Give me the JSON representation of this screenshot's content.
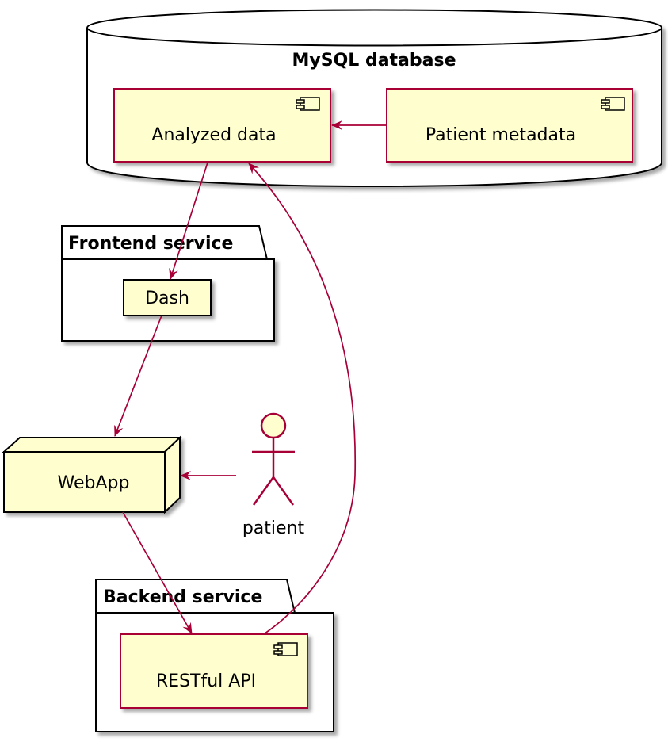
{
  "database": {
    "title": "MySQL database"
  },
  "components": {
    "analyzed_data": "Analyzed data",
    "patient_metadata": "Patient metadata",
    "restful_api": "RESTful API"
  },
  "packages": {
    "frontend": {
      "title": "Frontend service",
      "dash": "Dash"
    },
    "backend": {
      "title": "Backend service"
    }
  },
  "nodes": {
    "webapp": "WebApp"
  },
  "actors": {
    "patient": "patient"
  },
  "colors": {
    "element_fill": "#FEFECE",
    "element_border": "#A80036",
    "arrow": "#A80036",
    "container_border": "#000000",
    "shadow": "#bbbbbb"
  }
}
